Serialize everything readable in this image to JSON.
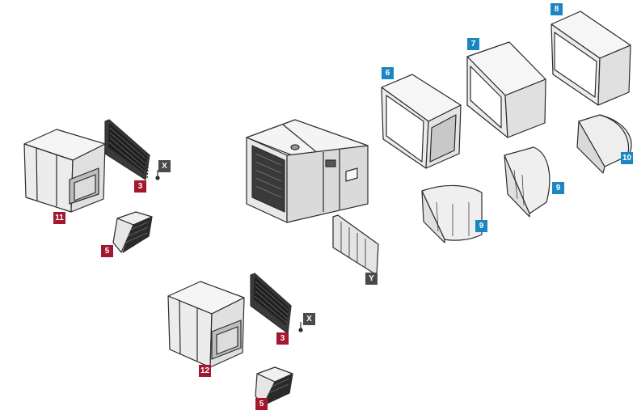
{
  "diagram": {
    "colors": {
      "red_tag": "#a3172f",
      "blue_tag": "#1a86c2",
      "grey_tag": "#4a4a4a",
      "line": "#2b2b2b",
      "fill_light": "#f2f2f2",
      "fill_mid": "#e3e3e3",
      "fill_dark": "#c8c8c8"
    },
    "labels": {
      "l11": "11",
      "l3a": "3",
      "lxa": "X",
      "l5a": "5",
      "l6": "6",
      "l7": "7",
      "l8": "8",
      "l10": "10",
      "l9a": "9",
      "l9b": "9",
      "ly": "Y",
      "l12": "12",
      "l3b": "3",
      "lxb": "X",
      "l5b": "5"
    }
  }
}
